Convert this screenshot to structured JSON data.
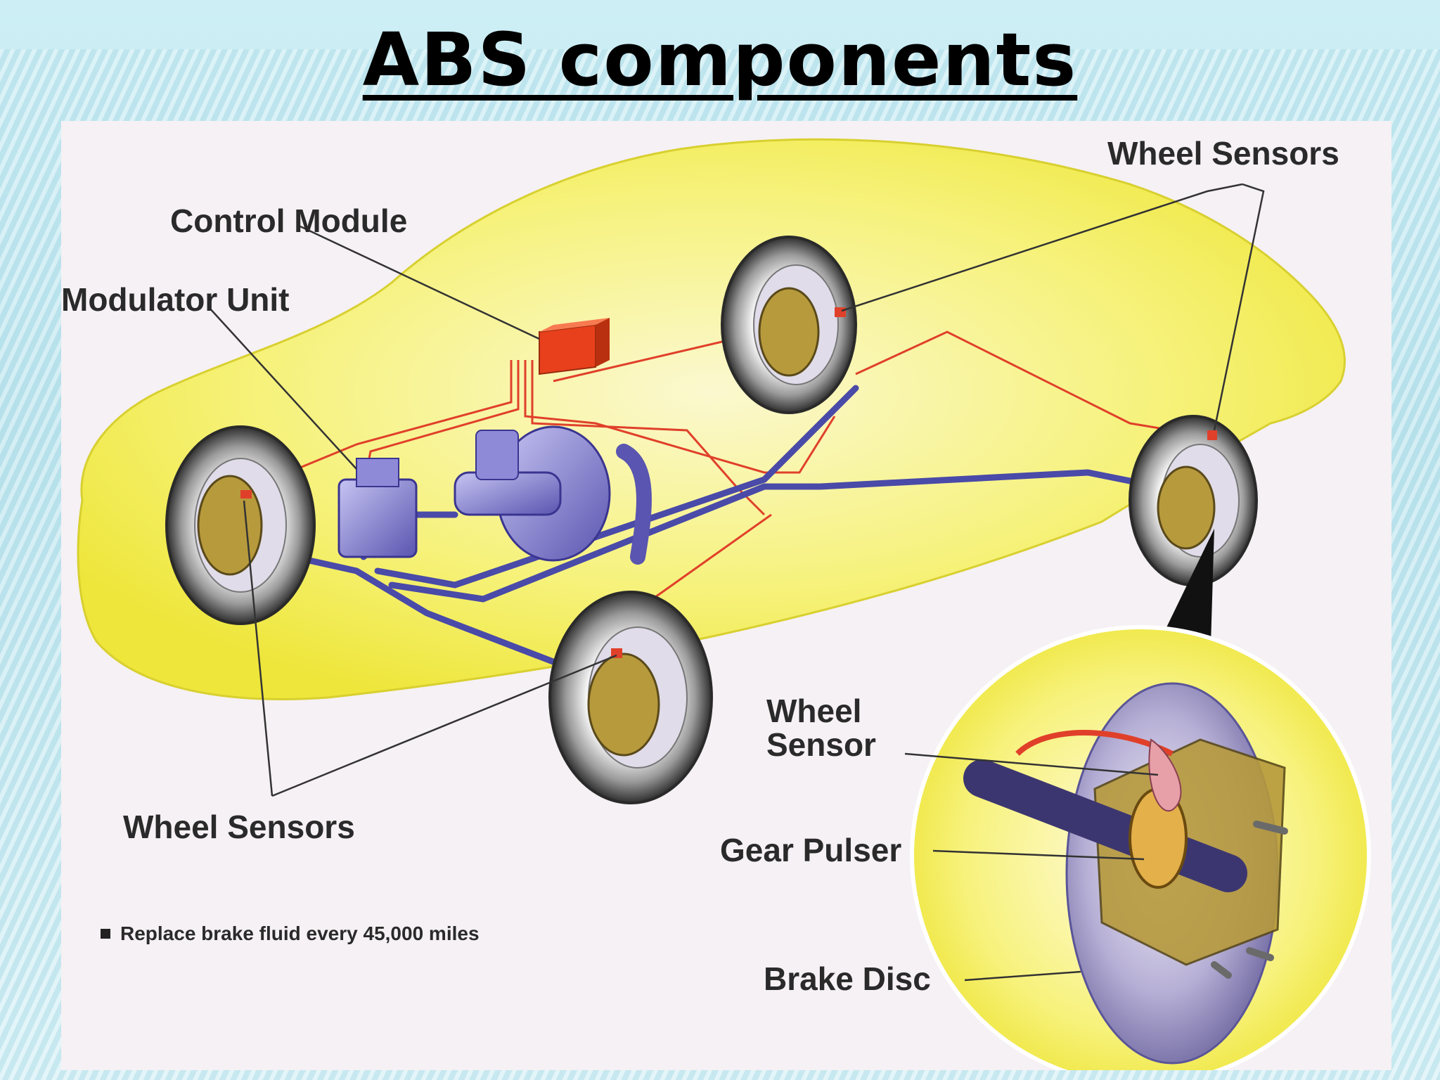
{
  "slide": {
    "title": "ABS components"
  },
  "diagram": {
    "labels": {
      "wheel_sensors_top": "Wheel Sensors",
      "control_module": "Control Module",
      "modulator_unit": "Modulator Unit",
      "wheel_sensors_bottom": "Wheel Sensors",
      "wheel_sensor_inset": "Wheel\nSensor",
      "gear_pulser": "Gear Pulser",
      "brake_disc": "Brake Disc"
    },
    "note": "Replace brake fluid every 45,000 miles",
    "colors": {
      "car_body": "#f4f05a",
      "brake_line": "#4a4aa8",
      "sensor_wire": "#e0402a",
      "control_module": "#e8401c",
      "tire": "#3a3a3a",
      "caliper": "#b79a3c"
    }
  }
}
